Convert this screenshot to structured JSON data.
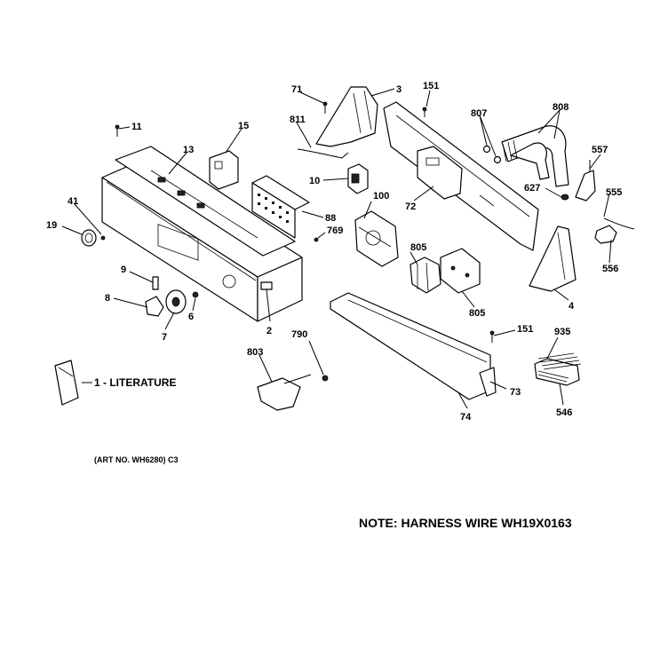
{
  "labels": {
    "l3": "3",
    "l151a": "151",
    "l71": "71",
    "l811": "811",
    "l807": "807",
    "l808": "808",
    "l11": "11",
    "l15": "15",
    "l13": "13",
    "l10": "10",
    "l72": "72",
    "l557": "557",
    "l627": "627",
    "l555": "555",
    "l41": "41",
    "l100": "100",
    "l88": "88",
    "l19": "19",
    "l769": "769",
    "l556": "556",
    "l805a": "805",
    "l9": "9",
    "l805b": "805",
    "l4": "4",
    "l8": "8",
    "l6": "6",
    "l7": "7",
    "l2": "2",
    "l151b": "151",
    "l935": "935",
    "l790": "790",
    "l803": "803",
    "l73": "73",
    "l74": "74",
    "l546": "546"
  },
  "literature_label": "1 - LITERATURE",
  "art_no": "(ART NO. WH6280) C3",
  "note": "NOTE: HARNESS WIRE WH19X0163"
}
